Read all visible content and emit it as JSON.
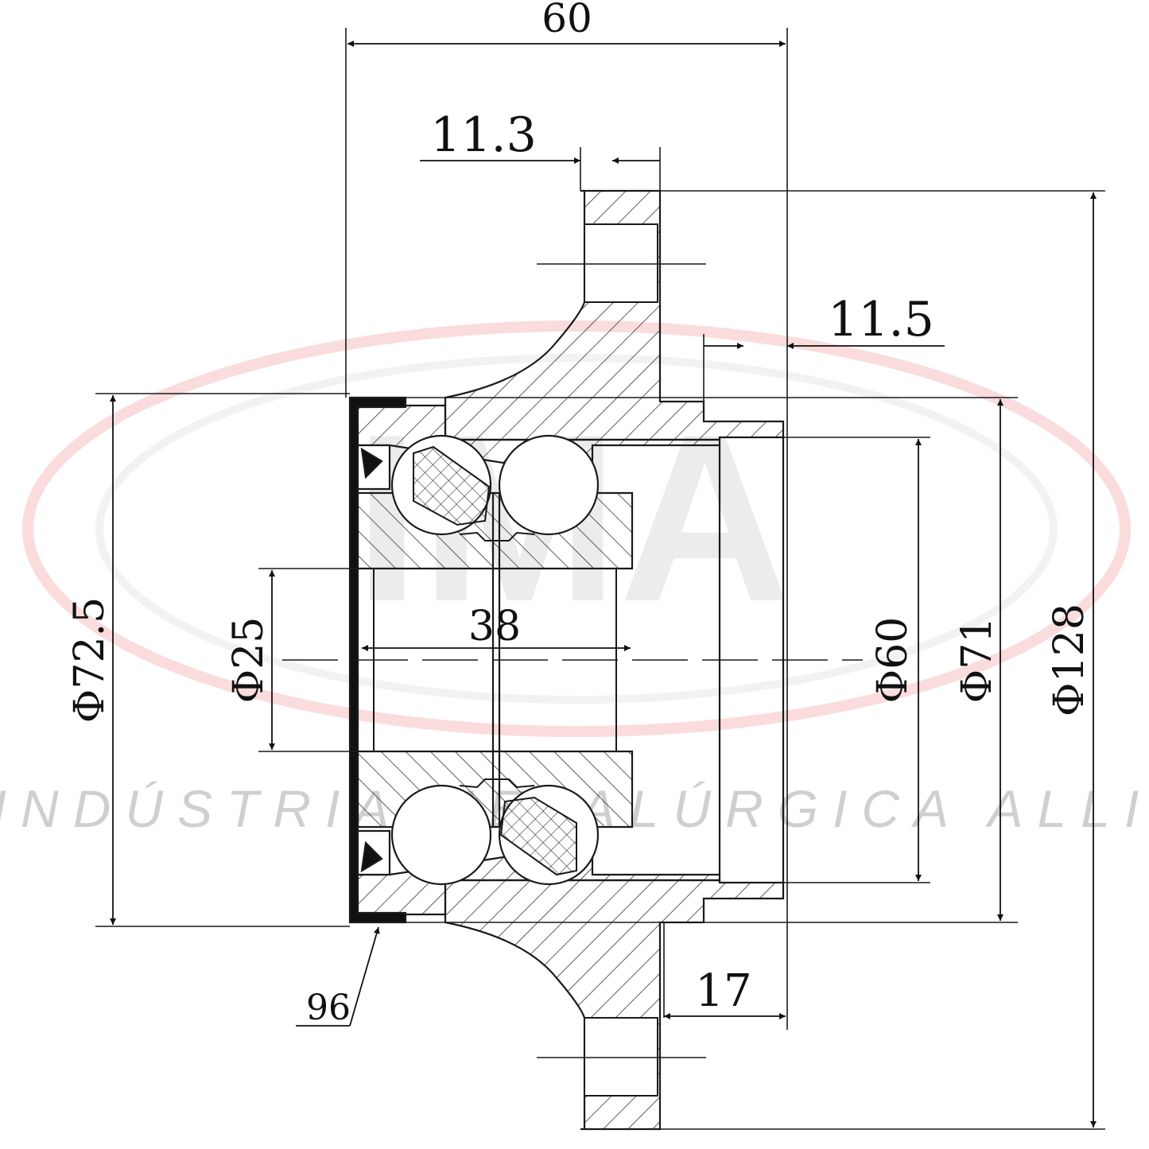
{
  "watermark": {
    "logo_text": "IMA",
    "tagline": "INDÚSTRIA METALÚRGICA ALLI",
    "ring_color": "#e23b3b"
  },
  "dimensions": {
    "overall_width": "60",
    "flange_thickness": "11.3",
    "pilot_offset": "11.5",
    "stud_length": "17",
    "bore_length": "38",
    "seal_ref": "96",
    "dia_bearing_od": "Φ72.5",
    "dia_bore": "Φ25",
    "dia_pilot_inner": "Φ60",
    "dia_pilot_outer": "Φ71",
    "dia_flange": "Φ128"
  },
  "colors": {
    "line": "#1a1a1a",
    "hatch": "#333333"
  }
}
